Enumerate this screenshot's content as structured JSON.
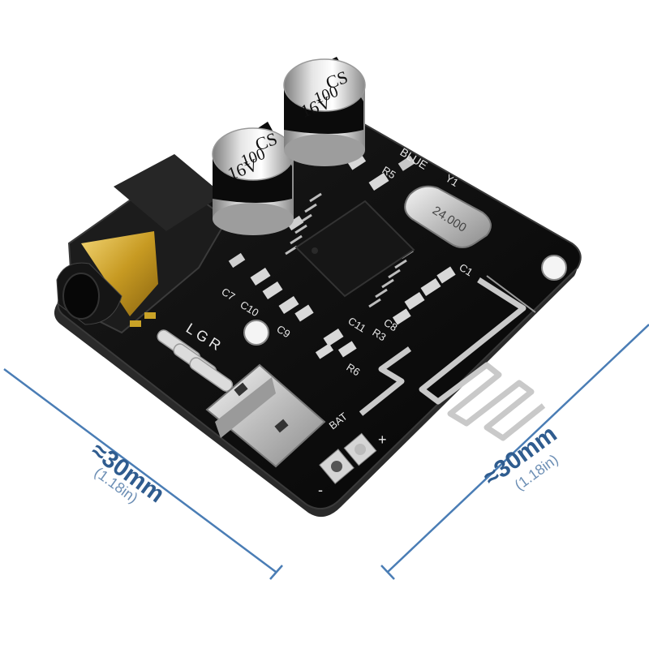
{
  "product": {
    "capacitor_left": {
      "brand": "CS",
      "value": "100",
      "voltage": "16V"
    },
    "capacitor_right": {
      "brand": "CS",
      "value": "100",
      "voltage": "16V"
    },
    "silkscreen": {
      "blue": "BLUE",
      "r5": "R5",
      "y1": "Y1",
      "crystal": "24.000",
      "c1": "C1",
      "c7": "C7",
      "c10": "C10",
      "c9": "C9",
      "c11": "C11",
      "r6": "R6",
      "r3": "R3",
      "c8": "C8",
      "lgr": "L G R",
      "bat": "BAT",
      "plus": "+",
      "minus": "-"
    }
  },
  "dimensions": {
    "left": {
      "main": "≈30mm",
      "sub": "(1.18in)"
    },
    "right": {
      "main": "≈30mm",
      "sub": "(1.18in)"
    }
  },
  "colors": {
    "pcb": "#0c0c0c",
    "dimension_line": "#4a7db5",
    "gold": "#c9a227"
  }
}
